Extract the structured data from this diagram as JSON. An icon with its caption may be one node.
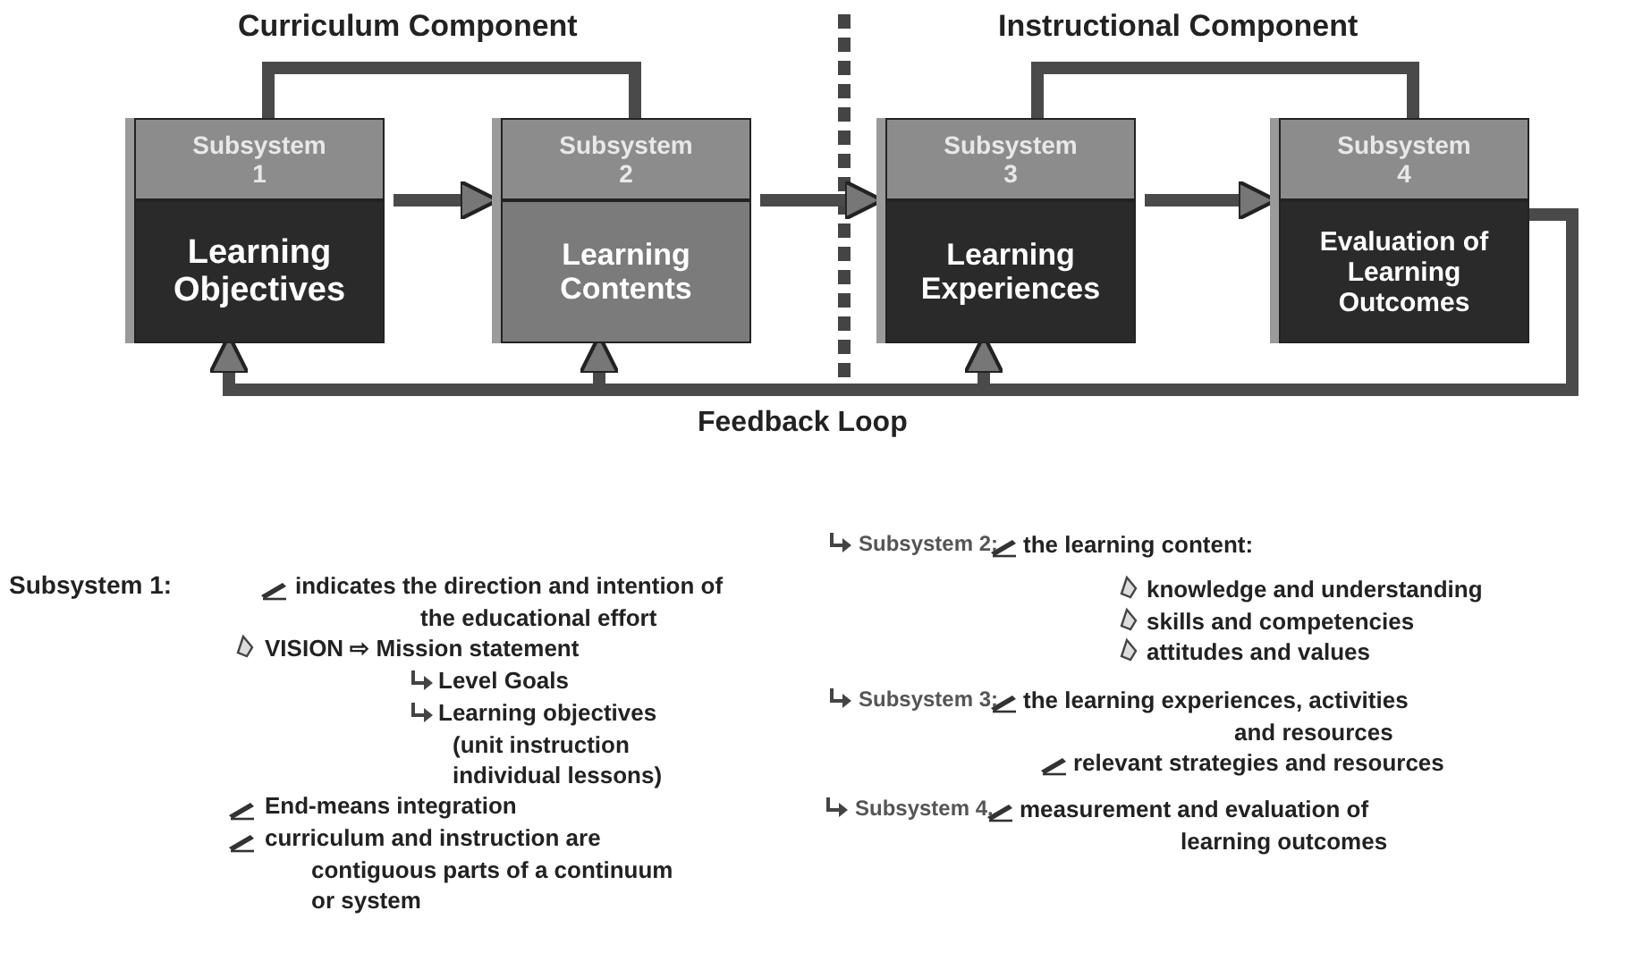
{
  "diagram": {
    "nodes": [
      {
        "text": [
          "Subsystem 1",
          "Learning Objectives"
        ]
      },
      {
        "text": [
          "Subsystem 2",
          "Learning Contents"
        ]
      },
      {
        "text": [
          "Subsystem 3",
          "Learning Experiences"
        ]
      },
      {
        "text": [
          "Subsystem 4",
          "Evaluation of Learning Outcomes"
        ]
      }
    ],
    "edges": [
      {
        "from": 0,
        "to": 1,
        "arrow": "to"
      },
      {
        "from": 1,
        "to": 2,
        "arrow": "to"
      },
      {
        "from": 2,
        "to": 3,
        "arrow": "to"
      },
      {
        "from": 3,
        "to": 0,
        "arrow": "to"
      },
      {
        "from": 3,
        "to": 1,
        "arrow": "to"
      },
      {
        "from": 3,
        "to": 2,
        "arrow": "to"
      },
      {
        "from": 0,
        "to": 1,
        "arrow": "none"
      },
      {
        "from": 2,
        "to": 3,
        "arrow": "none"
      }
    ],
    "labels": [
      "Curriculum Component",
      "Instructional Component",
      "Feedback Loop",
      "Subsystem 1:",
      "indicates the direction and intention of the educational effort",
      "VISION ⇨ Mission statement",
      "Level Goals",
      "Learning objectives (unit instruction individual lessons)",
      "End-means integration",
      "curriculum and instruction are contiguous parts of a continuum or system",
      "Subsystem 2:",
      "the learning content:",
      "knowledge and understanding",
      "skills and competencies",
      "attitudes and values",
      "Subsystem 3:",
      "the learning experiences, activities and resources",
      "relevant strategies and resources",
      "Subsystem 4.",
      "measurement and evaluation of learning outcomes"
    ]
  }
}
